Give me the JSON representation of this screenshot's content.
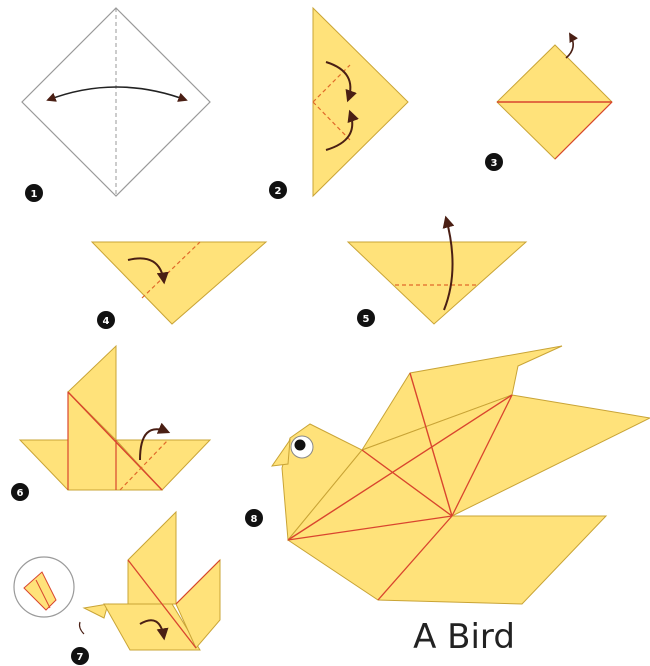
{
  "title": "A Bird",
  "steps": [
    {
      "number": "1"
    },
    {
      "number": "2"
    },
    {
      "number": "3"
    },
    {
      "number": "4"
    },
    {
      "number": "5"
    },
    {
      "number": "6"
    },
    {
      "number": "7"
    },
    {
      "number": "8"
    }
  ],
  "colors": {
    "paper_yellow": "#FFE27A",
    "crease_red": "#D9452E",
    "fold_dashed": "#E06A2A",
    "arrow": "#4A1F14",
    "outline": "#888888",
    "badge": "#111111"
  },
  "icons": [
    "fold-arrow-icon",
    "eye-icon",
    "magnifier-circle-icon"
  ]
}
